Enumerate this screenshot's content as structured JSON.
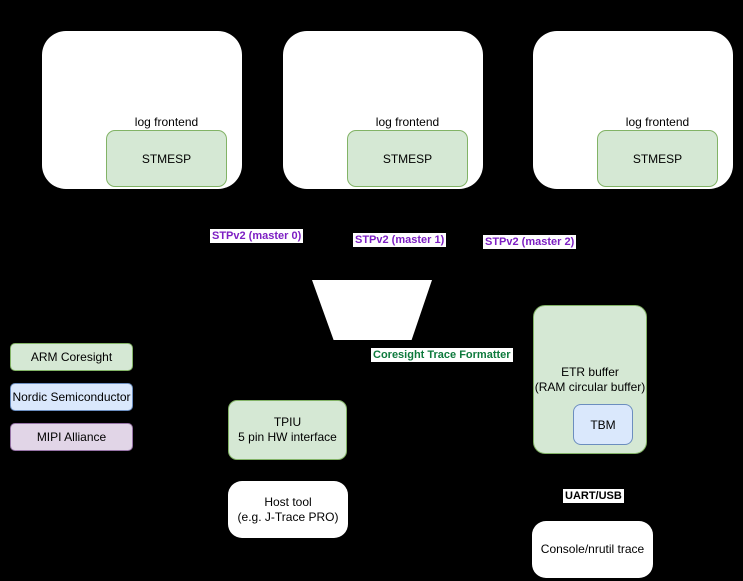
{
  "colors": {
    "background": "#000000",
    "arm_coresight_fill": "#d5e8d4",
    "arm_coresight_border": "#82b366",
    "nordic_fill": "#dae8fc",
    "nordic_border": "#6c8ebf",
    "mipi_fill": "#e1d5e7",
    "mipi_border": "#9673a6",
    "stp_label_text": "#7d1fc3",
    "formatter_label_text": "#0e7a3d"
  },
  "cores": [
    {
      "frontend_label": "log frontend",
      "stmesp_label": "STMESP"
    },
    {
      "frontend_label": "log frontend",
      "stmesp_label": "STMESP"
    },
    {
      "frontend_label": "log frontend",
      "stmesp_label": "STMESP"
    }
  ],
  "stp_labels": [
    "STPv2 (master 0)",
    "STPv2 (master 1)",
    "STPv2 (master 2)"
  ],
  "formatter_label": "Coresight Trace Formatter",
  "etr": {
    "line1": "ETR buffer",
    "line2": "(RAM circular buffer)",
    "tbm_label": "TBM"
  },
  "tpiu": {
    "line1": "TPIU",
    "line2": "5 pin HW interface"
  },
  "host_tool": {
    "line1": "Host tool",
    "line2": "(e.g. J-Trace PRO)"
  },
  "uart_label": "UART/USB",
  "console_label": "Console/nrutil trace",
  "legend": [
    {
      "label": "ARM Coresight"
    },
    {
      "label": "Nordic Semiconductor"
    },
    {
      "label": "MIPI Alliance"
    }
  ]
}
